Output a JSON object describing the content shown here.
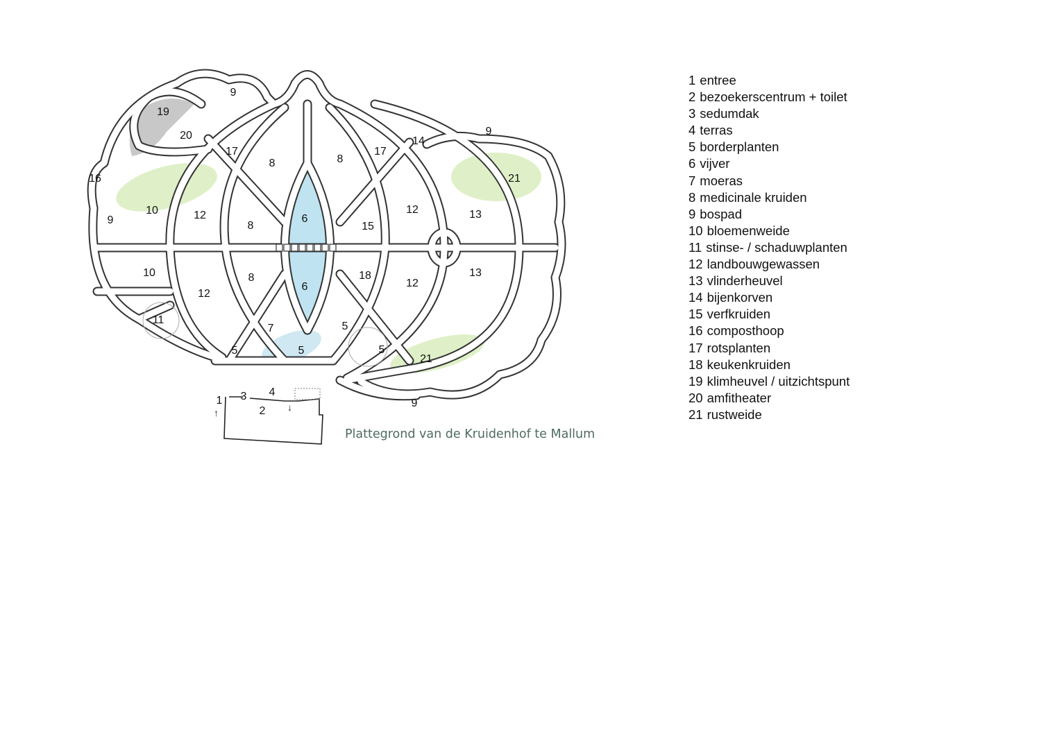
{
  "map": {
    "caption": "Plattegrond van de Kruidenhof te Mallum",
    "colors": {
      "pond": "#bfe3f0",
      "meadow": "#dff0c8",
      "hill": "#c8c8c8",
      "path": "#333333"
    },
    "labels": [
      "1",
      "2",
      "3",
      "4",
      "5",
      "5",
      "5",
      "5",
      "6",
      "6",
      "7",
      "8",
      "8",
      "8",
      "8",
      "9",
      "9",
      "9",
      "9",
      "10",
      "10",
      "11",
      "12",
      "12",
      "12",
      "12",
      "13",
      "13",
      "14",
      "15",
      "16",
      "17",
      "17",
      "18",
      "19",
      "20",
      "21",
      "21"
    ]
  },
  "legend": [
    {
      "num": "1",
      "label": "entree"
    },
    {
      "num": "2",
      "label": "bezoekerscentrum + toilet"
    },
    {
      "num": "3",
      "label": "sedumdak"
    },
    {
      "num": "4",
      "label": "terras"
    },
    {
      "num": "5",
      "label": "borderplanten"
    },
    {
      "num": "6",
      "label": "vijver"
    },
    {
      "num": "7",
      "label": "moeras"
    },
    {
      "num": "8",
      "label": "medicinale kruiden"
    },
    {
      "num": "9",
      "label": "bospad"
    },
    {
      "num": "10",
      "label": "bloemenweide"
    },
    {
      "num": "11",
      "label": "stinse- / schaduwplanten"
    },
    {
      "num": "12",
      "label": "landbouwgewassen"
    },
    {
      "num": "13",
      "label": "vlinderheuvel"
    },
    {
      "num": "14",
      "label": "bijenkorven"
    },
    {
      "num": "15",
      "label": "verfkruiden"
    },
    {
      "num": "16",
      "label": "composthoop"
    },
    {
      "num": "17",
      "label": "rotsplanten"
    },
    {
      "num": "18",
      "label": "keukenkruiden"
    },
    {
      "num": "19",
      "label": "klimheuvel / uitzichtspunt"
    },
    {
      "num": "20",
      "label": "amfitheater"
    },
    {
      "num": "21",
      "label": "rustweide"
    }
  ]
}
